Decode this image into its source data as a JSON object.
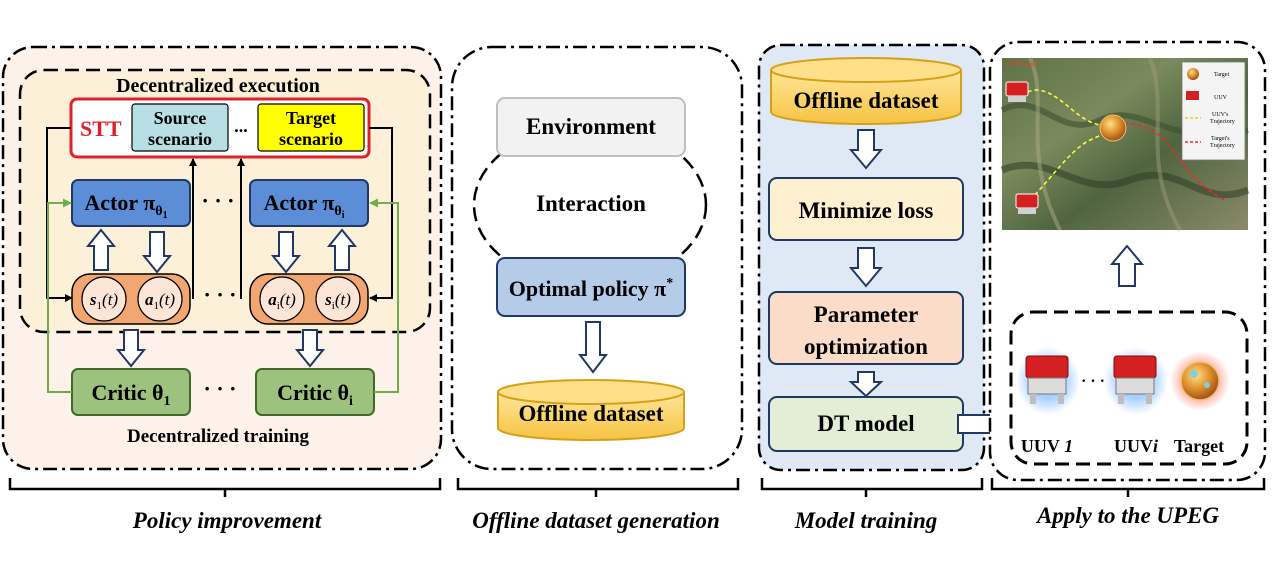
{
  "panel1": {
    "exec_title": "Decentralized execution",
    "stt": "STT",
    "source_1": "Source",
    "source_2": "scenario",
    "ellipsis": "...",
    "target_1": "Target",
    "target_2": "scenario",
    "actor_1": "Actor π",
    "actor_1_sub": "θ",
    "actor_1_subsub": "1",
    "actor_i": "Actor π",
    "actor_i_sub": "θ",
    "actor_i_subsub": "i",
    "dots": "· · ·",
    "s1_base": "s",
    "s1_sub": "1",
    "s1_arg": "(t)",
    "a1_base": "a",
    "a1_sub": "1",
    "a1_arg": "(t)",
    "ai_base": "a",
    "ai_sub": "i",
    "ai_arg": "(t)",
    "si_base": "s",
    "si_sub": "i",
    "si_arg": "(t)",
    "critic_1": "Critic θ",
    "critic_1_sub": "1",
    "critic_i": "Critic θ",
    "critic_i_sub": "i",
    "train_label": "Decentralized training",
    "caption": "Policy improvement"
  },
  "panel2": {
    "environment": "Environment",
    "interaction": "Interaction",
    "policy": "Optimal policy π",
    "policy_sup": "*",
    "dataset": "Offline dataset",
    "caption": "Offline dataset generation"
  },
  "panel3": {
    "dataset": "Offline dataset",
    "minimize": "Minimize loss",
    "param_1": "Parameter",
    "param_2": "optimization",
    "dt": "DT model",
    "caption": "Model training"
  },
  "panel4": {
    "map_title": "UPE Game",
    "legend_target": "Target",
    "legend_uuv": "UUV",
    "legend_uuv_traj_1": "UUV's",
    "legend_uuv_traj_2": "Trajectory",
    "legend_target_traj_1": "Target's",
    "legend_target_traj_2": "Trajectory",
    "uuv1_prefix": "UUV ",
    "uuv1_num": "1",
    "uuvi_prefix": "UUV",
    "uuvi_num": "i",
    "target": "Target",
    "caption": "Apply to the UPEG"
  },
  "colors": {
    "panel1_bg": "#fdf2ea",
    "exec_bg": "#fdf0d8",
    "actor_fill": "#5b8ed6",
    "critic_fill": "#9cc27e",
    "stt_red": "#e0202a",
    "source_fill": "#b8dfe3",
    "target_fill": "#ffff00",
    "state_fill": "#f2a772",
    "policy_fill": "#b4cce8",
    "dataset_fill": "#ffd966",
    "panel3_bg": "#dfe8f5",
    "minimize_fill": "#fdf0d0",
    "param_fill": "#fbdcc8",
    "dt_fill": "#e2efd6",
    "green_line": "#70ad47",
    "dark_blue": "#1f3864"
  }
}
